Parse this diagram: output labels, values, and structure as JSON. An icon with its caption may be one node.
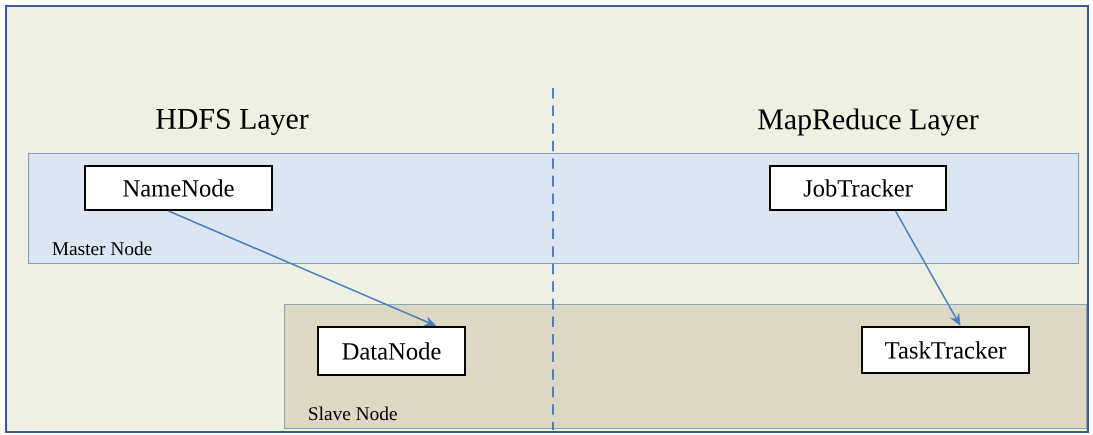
{
  "diagram": {
    "nodes": [
      {
        "text": [
          "Master Node"
        ]
      },
      {
        "text": [
          "NameNode"
        ],
        "in": 0
      },
      {
        "text": [
          "JobTracker"
        ],
        "in": 0
      },
      {
        "text": [
          "Slave Node"
        ]
      },
      {
        "text": [
          "DataNode"
        ],
        "in": 3
      },
      {
        "text": [
          "TaskTracker"
        ],
        "in": 3
      }
    ],
    "edges": [
      {
        "from": 1,
        "to": 4,
        "arrow": "to",
        "color": "#4a7ec0"
      },
      {
        "from": 2,
        "to": 5,
        "arrow": "to",
        "color": "#4a7ec0"
      }
    ],
    "labels": [
      "HDFS Layer",
      "MapReduce  Layer"
    ]
  }
}
